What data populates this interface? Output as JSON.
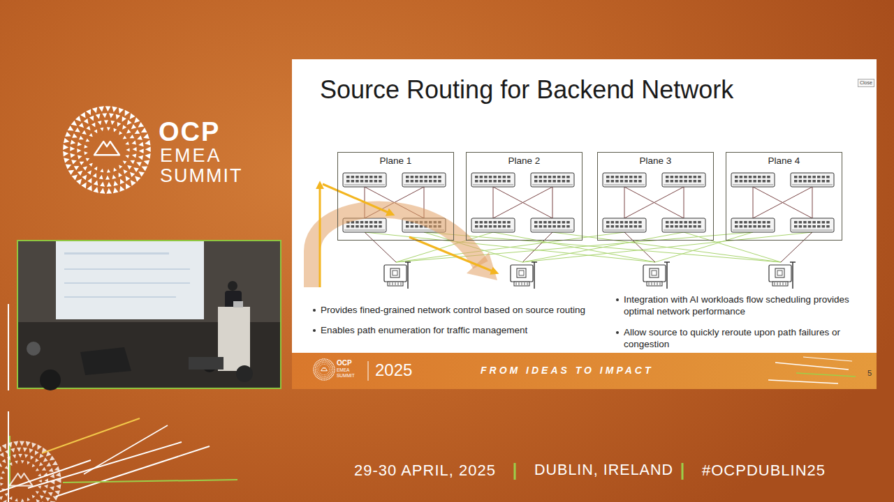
{
  "diagram": {
    "title": "Source Routing for Backend Network",
    "nodes": [
      {
        "text": [
          "Close"
        ]
      },
      {
        "text": [
          "Plane 1"
        ]
      },
      {
        "text": [
          "Plane 2"
        ]
      },
      {
        "text": [
          "Plane 3"
        ]
      },
      {
        "text": [
          "Plane 4"
        ]
      }
    ],
    "labels": [
      "OCP",
      "EMEA",
      "SUMMIT",
      "Provides fined-grained network control based on source routing",
      "Enables path enumeration for traffic management",
      "Integration with AI workloads flow scheduling provides optimal network performance",
      "Allow source to quickly reroute upon path failures or congestion",
      "OCP",
      "EMEA",
      "SUMMIT",
      "2025",
      "FROM IDEAS TO IMPACT",
      "5",
      "29-30 APRIL, 2025",
      "DUBLIN, IRELAND",
      "#OCPDUBLIN25"
    ]
  }
}
